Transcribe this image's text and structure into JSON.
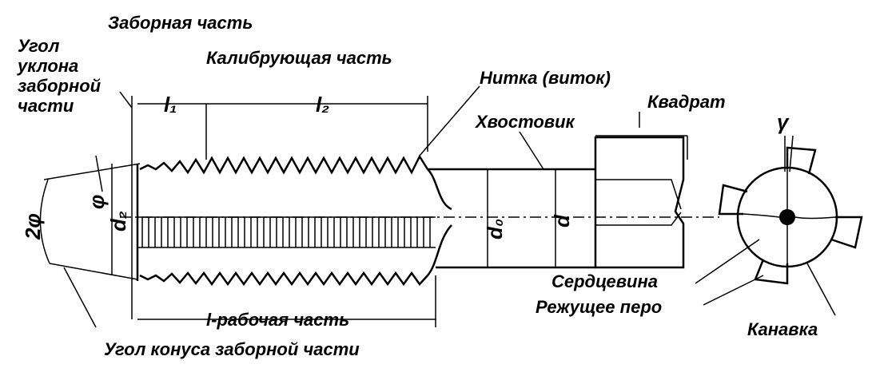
{
  "labels": {
    "chamfer_part": "Заборная часть",
    "chamfer_angle_line1": "Угол",
    "chamfer_angle_line2": "уклона",
    "chamfer_angle_line3": "заборной",
    "chamfer_angle_line4": "части",
    "calibrating_part": "Калибрующая часть",
    "thread_turn": "Нитка (виток)",
    "square": "Квадрат",
    "shank": "Хвостовик",
    "core": "Сердцевина",
    "cutting_land": "Режущее перо",
    "flute": "Канавка",
    "working_part": "l-рабочая часть",
    "cone_angle": "Угол конуса заборной части"
  },
  "symbols": {
    "l1": "l₁",
    "l2": "l₂",
    "d2": "d₂",
    "d0": "d₀",
    "d": "d",
    "two_phi": "2φ",
    "phi": "φ",
    "gamma": "γ"
  }
}
